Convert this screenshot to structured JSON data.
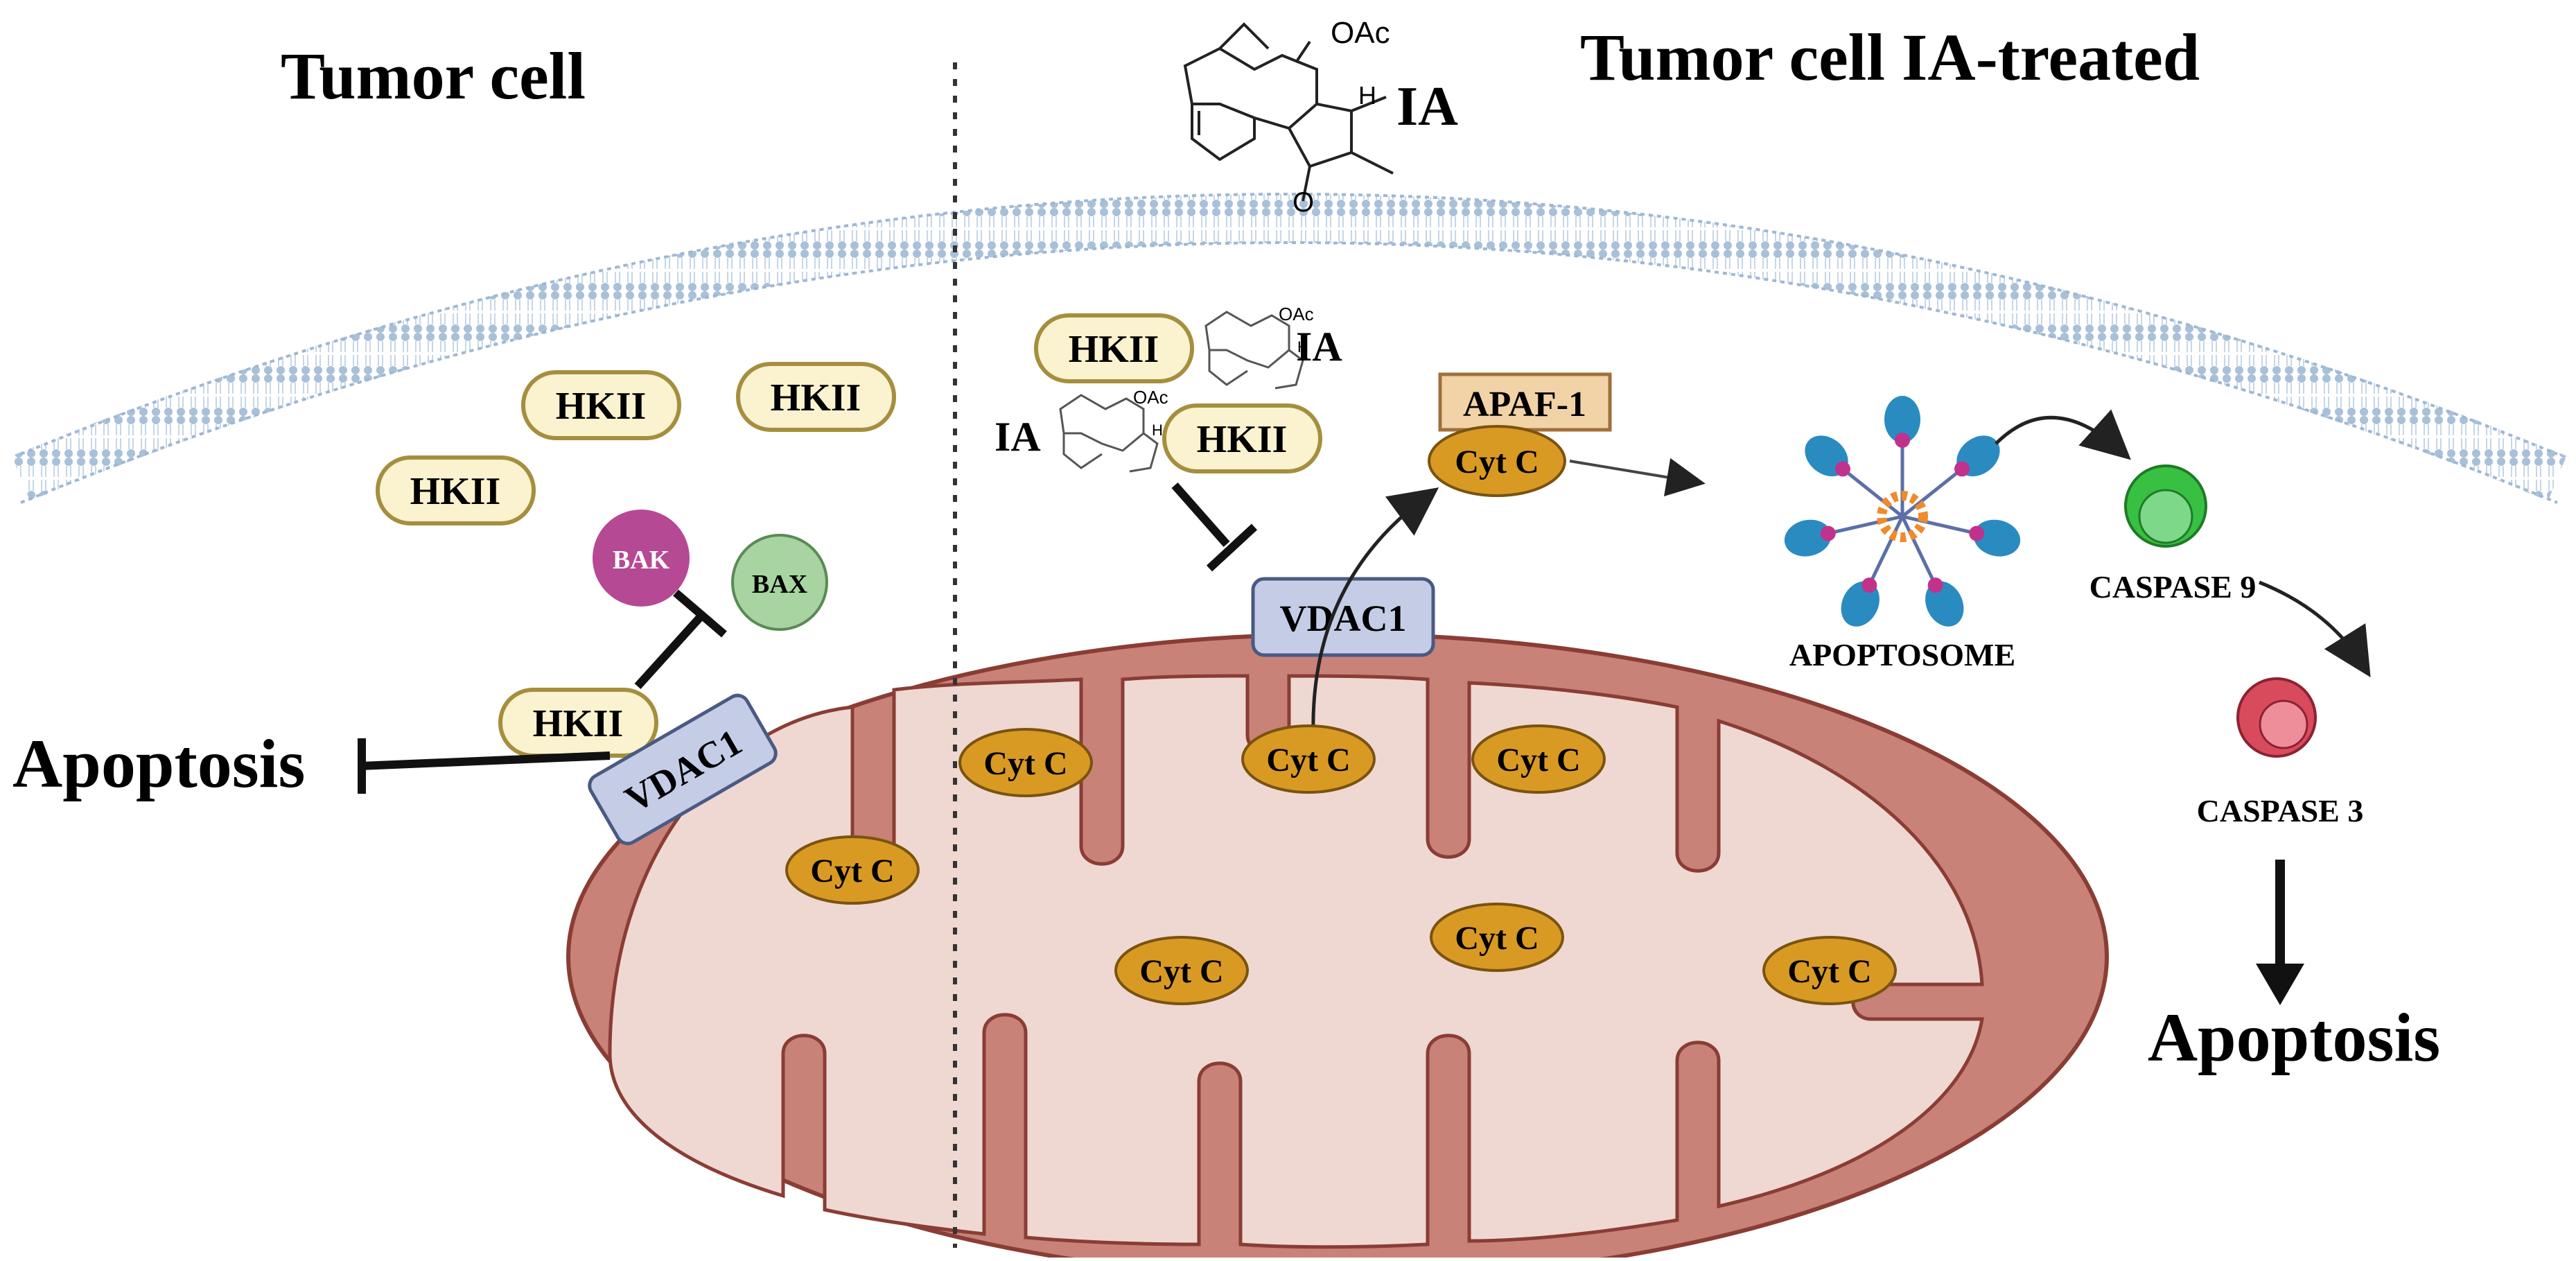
{
  "titles": {
    "left": "Tumor cell",
    "right": "Tumor cell IA-treated"
  },
  "compound": {
    "label": "IA",
    "oac": "OAc",
    "h": "H",
    "o": "O",
    "small_oac": "OAc",
    "small_h": "H"
  },
  "left_panel": {
    "hkii_labels": [
      "HKII",
      "HKII",
      "HKII",
      "HKII"
    ],
    "bak": "BAK",
    "bax": "BAX",
    "vdac": "VDAC1",
    "apoptosis": "Apoptosis"
  },
  "right_panel": {
    "hkii_top": "HKII",
    "hkii_bottom": "HKII",
    "ia_top": "IA",
    "ia_bottom": "IA",
    "vdac": "VDAC1",
    "apaf": "APAF-1",
    "cyt_c_released": "Cyt C",
    "apoptosome": "APOPTOSOME",
    "caspase9": "CASPASE 9",
    "caspase3": "CASPASE 3",
    "apoptosis": "Apoptosis"
  },
  "mitochondrion": {
    "cyt_c_labels": [
      "Cyt C",
      "Cyt C",
      "Cyt C",
      "Cyt C",
      "Cyt C",
      "Cyt C",
      "Cyt C"
    ]
  },
  "colors": {
    "membrane": "#b9cde2",
    "hkii_fill": "#fbf3cf",
    "hkii_stroke": "#a58f3e",
    "cyt_fill": "#d99a24",
    "vdac_fill": "#c5cde6",
    "bak": "#b64993",
    "bax": "#a7d4a0",
    "mito_outer": "#c57e74",
    "mito_inner": "#efd8d2",
    "apaf_fill": "#f2d3a8",
    "caspase9": "#38c043",
    "caspase3": "#d84b5d",
    "apoptosome_arm": "#2a8bc1",
    "apoptosome_core": "#f08a2a"
  }
}
